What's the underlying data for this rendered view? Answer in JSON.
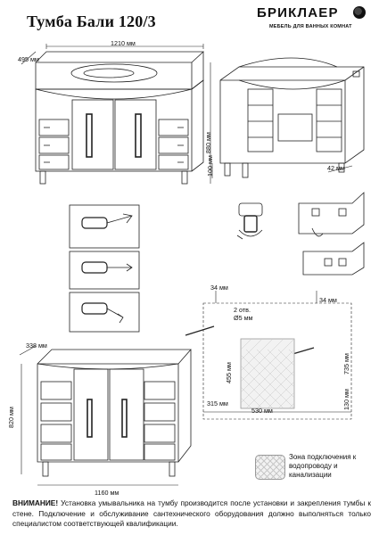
{
  "header": {
    "title": "Тумба Бали 120/3",
    "brand": "БРИКЛАЕР",
    "tagline": "МЕБЕЛЬ ДЛЯ ВАННЫХ КОМНАТ"
  },
  "dimensions": {
    "top_depth": "495 мм",
    "top_width": "1210 мм",
    "height": "880 мм",
    "leg_height": "100 мм",
    "back_offset": "42 мм",
    "bottom_depth": "338 мм",
    "bottom_height": "820 мм",
    "bottom_width": "1160 мм",
    "wall_left_offset": "34 мм",
    "wall_right_offset": "34 мм",
    "holes_label": "2 отв.",
    "hole_diameter": "Ø5 мм",
    "zone_height": "455 мм",
    "total_height": "735 мм",
    "zone_bottom": "130 мм",
    "zone_left": "315 мм",
    "zone_width": "530 мм"
  },
  "legend": {
    "text": "Зона подключения к водопроводу и канализации"
  },
  "warning": {
    "label": "ВНИМАНИЕ!",
    "text": " Установка умывальника на тумбу производится после установки и закрепления тумбы к стене. Подключение и обслуживание сантехнического оборудования должно выполняться только специалистом соответствующей квалификации."
  }
}
